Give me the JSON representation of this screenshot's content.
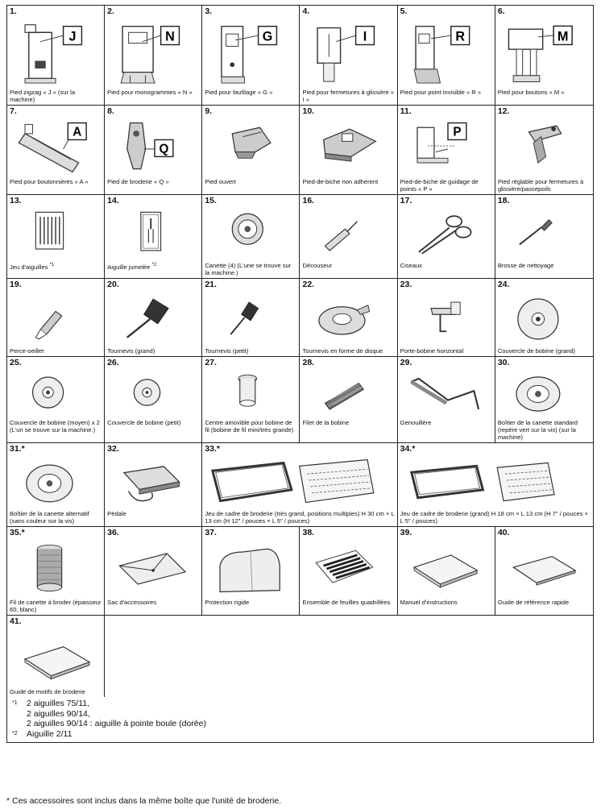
{
  "items": [
    {
      "num": "1.",
      "label": "Pied zigzag « J » (sur la machine)",
      "badge": "J"
    },
    {
      "num": "2.",
      "label": "Pied pour monogrammes « N »",
      "badge": "N"
    },
    {
      "num": "3.",
      "label": "Pied pour faufilage « G »",
      "badge": "G"
    },
    {
      "num": "4.",
      "label": "Pied pour fermetures à glissière « I »",
      "badge": "I"
    },
    {
      "num": "5.",
      "label": "Pied pour point invisible « R »",
      "badge": "R"
    },
    {
      "num": "6.",
      "label": "Pied pour boutons « M »",
      "badge": "M"
    },
    {
      "num": "7.",
      "label": "Pied pour boutonnières « A »",
      "badge": "A"
    },
    {
      "num": "8.",
      "label": "Pied de broderie « Q »",
      "badge": "Q"
    },
    {
      "num": "9.",
      "label": "Pied ouvert"
    },
    {
      "num": "10.",
      "label": "Pied-de-biche non adhérent"
    },
    {
      "num": "11.",
      "label": "Pied-de-biche de guidage de points « P »",
      "badge": "P"
    },
    {
      "num": "12.",
      "label": "Pied réglable pour fermetures à glissière/passepoils"
    },
    {
      "num": "13.",
      "label": "Jeu d'aiguilles",
      "sup": "*1"
    },
    {
      "num": "14.",
      "label": "Aiguille jumelée",
      "sup": "*2"
    },
    {
      "num": "15.",
      "label": "Canette (4) (L'une se trouve sur la machine.)"
    },
    {
      "num": "16.",
      "label": "Découseur"
    },
    {
      "num": "17.",
      "label": "Ciseaux"
    },
    {
      "num": "18.",
      "label": "Brosse de nettoyage"
    },
    {
      "num": "19.",
      "label": "Perce-oeillet"
    },
    {
      "num": "20.",
      "label": "Tournevis (grand)"
    },
    {
      "num": "21.",
      "label": "Tournevis (petit)"
    },
    {
      "num": "22.",
      "label": "Tournevis en forme de disque"
    },
    {
      "num": "23.",
      "label": "Porte-bobine horizontal"
    },
    {
      "num": "24.",
      "label": "Couvercle de bobine (grand)"
    },
    {
      "num": "25.",
      "label": "Couvercle de bobine (moyen) x 2 (L'un se trouve sur la machine.)"
    },
    {
      "num": "26.",
      "label": "Couvercle de bobine (petit)"
    },
    {
      "num": "27.",
      "label": "Centre amovible pour bobine de fil (bobine de fil mini/très grande)"
    },
    {
      "num": "28.",
      "label": "Filet de la bobine"
    },
    {
      "num": "29.",
      "label": "Genouillère"
    },
    {
      "num": "30.",
      "label": "Boîtier de la canette standard (repère vert sur la vis) (sur la machine)"
    },
    {
      "num": "31.*",
      "label": "Boîtier de la canette alternatif (sans couleur sur la vis)"
    },
    {
      "num": "32.",
      "label": "Pédale"
    },
    {
      "num": "33.*",
      "label": "Jeu de cadre de broderie (très grand, positions multiples) H 30 cm × L 13 cm (H 12\" / pouces × L 5\" / pouces)"
    },
    {
      "num": "34.*",
      "label": "Jeu de cadre de broderie (grand) H 18 cm × L 13 cm (H 7\" / pouces × L 5\" / pouces)"
    },
    {
      "num": "35.*",
      "label": "Fil de canette à broder (épaisseur 60, blanc)"
    },
    {
      "num": "36.",
      "label": "Sac d'accessoires"
    },
    {
      "num": "37.",
      "label": "Protection rigide"
    },
    {
      "num": "38.",
      "label": "Ensemble de feuilles quadrillées"
    },
    {
      "num": "39.",
      "label": "Manuel d'instructions"
    },
    {
      "num": "40.",
      "label": "Guide de référence rapide"
    },
    {
      "num": "41.",
      "label": "Guide de motifs de broderie"
    }
  ],
  "notes": {
    "n1_mark": "*1",
    "n1_line1": "2 aiguilles 75/11,",
    "n1_line2": "2 aiguilles 90/14,",
    "n1_line3": "2 aiguilles 90/14 : aiguille à pointe boule (dorée)",
    "n2_mark": "*2",
    "n2_line1": "Aiguille 2/11",
    "star": "*  Ces accessoires sont inclus dans la même boîte que l'unité de broderie."
  }
}
